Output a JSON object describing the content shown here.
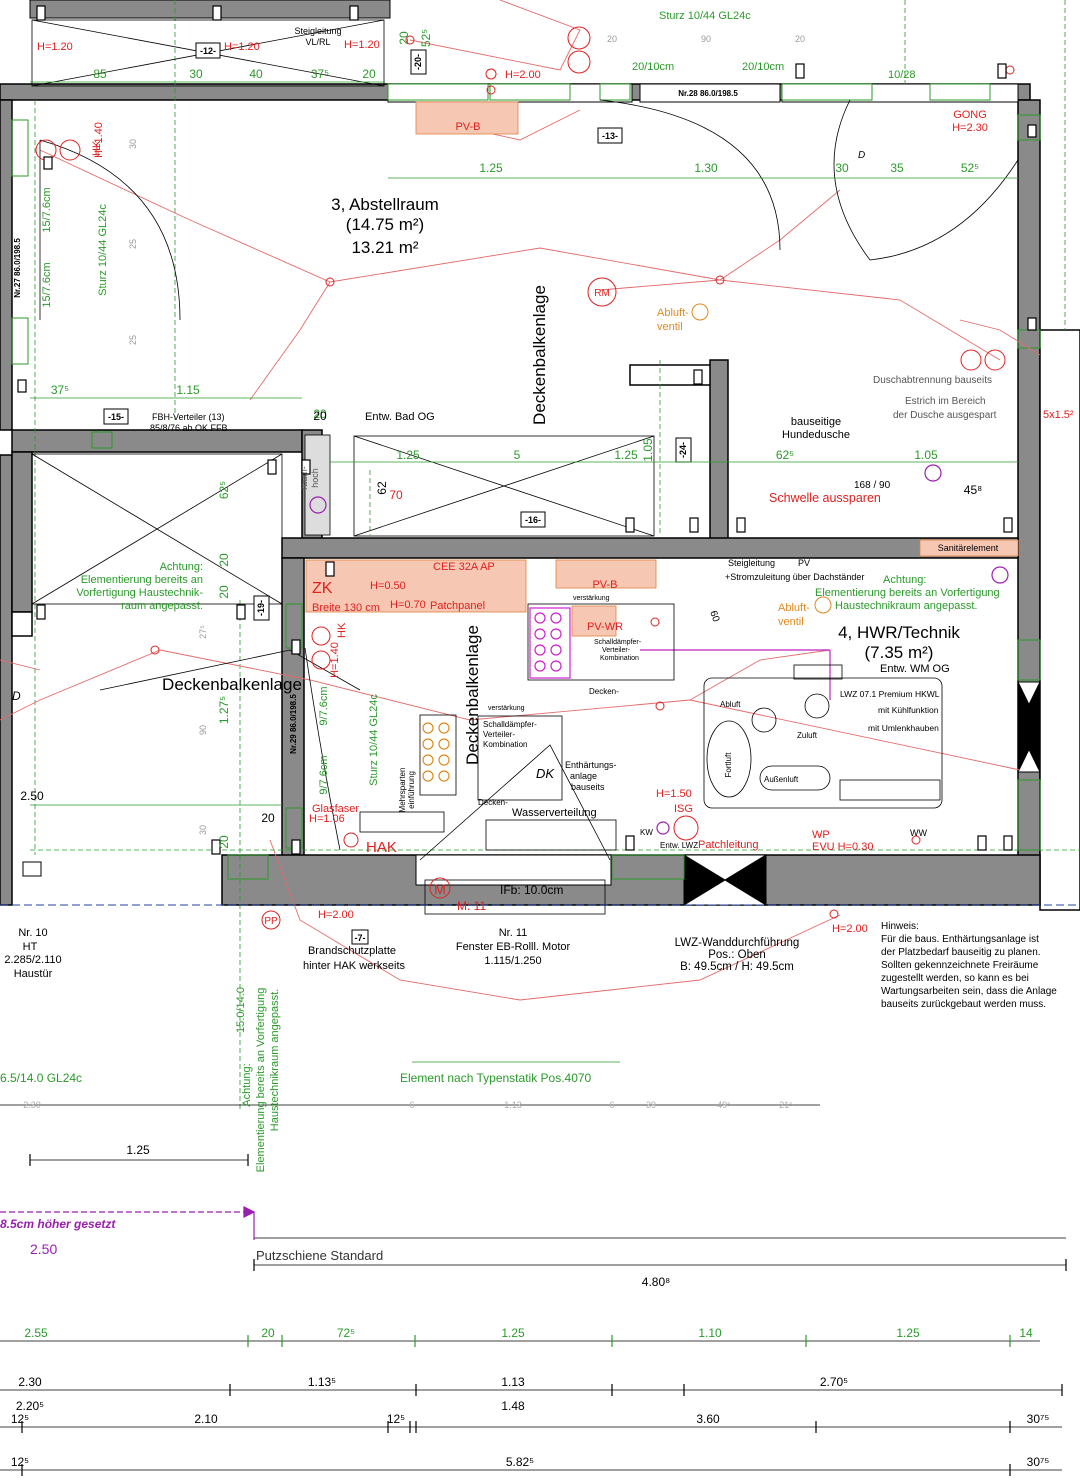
{
  "rooms": {
    "abstellraum": {
      "name": "3, Abstellraum",
      "area_gross": "(14.75 m²)",
      "area_net": "13.21 m²"
    },
    "hwr": {
      "name": "4, HWR/Technik",
      "area_gross": "(7.35 m²)"
    }
  },
  "labels": {
    "deckenbalkenlage": "Deckenbalkenlage",
    "pv_b": "PV-B",
    "pv_wr": "PV-WR",
    "gong": "GONG",
    "gong_h": "H=2.30",
    "rm": "RM",
    "abluftventil_1": "Abluft-",
    "abluftventil_2": "ventil",
    "hundedusche_1": "bauseitige",
    "hundedusche_2": "Hundedusche",
    "duschabtrennung": "Duschabtrennung bauseits",
    "estrich_1": "Estrich im Bereich",
    "estrich_2": "der Dusche ausgespart",
    "schwelle": "Schwelle aussparen",
    "sanitaerelement": "Sanitärelement",
    "entw_bad": "Entw. Bad OG",
    "fbh_1": "FBH-Verteiler (13)",
    "fbh_2": "85/8/76 ab OK FFB",
    "steigleitung_top_1": "Steigleitung",
    "steigleitung_top_2": "VL/RL",
    "steigleitung_pv": "Steigleitung",
    "pv": "PV",
    "stromzuleitung": "+Stromzuleitung über Dachständer",
    "achtung_left": [
      "Achtung:",
      "Elementierung bereits an",
      "Vorfertigung Haustechnik-",
      "raum angepasst."
    ],
    "achtung_right": [
      "Achtung:",
      "Elementierung bereits an Vorfertigung",
      "Haustechnikraum angepasst."
    ],
    "achtung_vert_1": "Achtung:",
    "achtung_vert_2": "Elementierung bereits an Vorfertigung",
    "achtung_vert_3": "Haustechnikraum angepasst.",
    "zk": "ZK",
    "zk_breite": "Breite 130 cm",
    "h050": "H=0.50",
    "cee": "CEE 32A AP",
    "h070": "H=0.70",
    "patchpanel": "Patchpanel",
    "entw_wm": "Entw. WM OG",
    "lwz_1": "LWZ 07.1 Premium HKWL",
    "lwz_2": "mit Kühlfunktion",
    "lwz_3": "mit Umlenkhauben",
    "abluft": "Abluft",
    "zuluft": "Zuluft",
    "fortluft": "Fortluft",
    "aussenluft": "Außenluft",
    "enthaertung_1": "Enthärtungs-",
    "enthaertung_2": "anlage",
    "enthaertung_3": "bauseits",
    "wasserverteilung": "Wasserverteilung",
    "decken": "Decken-",
    "verstaerkung": "verstärkung",
    "schalldaempfer_1": "Schalldämpfer-",
    "schalldaempfer_2": "Verteiler-",
    "schalldaempfer_3": "Kombination",
    "dk": "DK",
    "mehrsparten_1": "Mehrsparten",
    "mehrsparten_2": "einführung",
    "glasfaser": "Glasfaser",
    "h106": "H=1.06",
    "hak": "HAK",
    "h150": "H=1.50",
    "isg": "ISG",
    "entw_lwz_1": "Entw. LWZ",
    "entw_lwz_2": "KW",
    "patchleitung": "Patchleitung",
    "wp": "WP",
    "evu": "EVU H=0.30",
    "ww": "WW",
    "m": "M",
    "m11": "M: 11",
    "ifb": "IFb: 10.0cm",
    "pp": "PP",
    "h200": "H=2.00",
    "h200b": "H=2.00",
    "h200c": "H=2.00",
    "h120a": "H=1.20",
    "h120b": "H=1.20",
    "h120c": "H=1.20",
    "h140a": "H=1.40",
    "h140b": "H=1.40",
    "hk": "HK",
    "d": "D",
    "raumhoch_1": "raum-",
    "raumhoch_2": "hoch",
    "nr10_1": "Nr. 10",
    "nr10_2": "HT",
    "nr10_3": "2.285/2.110",
    "nr10_4": "Haustür",
    "brandschutz_1": "Brandschutzplatte",
    "brandschutz_2": "hinter HAK werkseits",
    "nr11_1": "Nr. 11",
    "nr11_2": "Fenster EB-Rolll. Motor",
    "nr11_3": "1.115/1.250",
    "lwz_wand_1": "LWZ-Wanddurchführung",
    "lwz_wand_2": "Pos.: Oben",
    "lwz_wand_3": "B: 49.5cm / H: 49.5cm",
    "hinweis": [
      "Hinweis:",
      "Für die baus. Enthärtungsanlage ist",
      "der Platzbedarf bauseitig zu planen.",
      "Sollten gekennzeichnete Freiräume",
      "zugestellt werden, so kann es bei",
      "Wartungsarbeiten sein, dass die Anlage",
      "bauseits zurückgebaut werden muss."
    ],
    "element_typenstatik": "Element nach Typenstatik Pos.4070",
    "gl24c_left": "6.5/14.0 GL24c",
    "vert_150": "15.0/14.0",
    "hoeher": "8.5cm höher gesetzt",
    "putzschiene": "Putzschiene Standard",
    "sturz_top": "Sturz 10/44 GL24c",
    "sturz_left": "Sturz 10/44 GL24c",
    "sturz_mid": "Sturz 10/44 GL24c",
    "nr27": "Nr.27  86.0/198.5",
    "nr28": "Nr.28  86.0/198.5",
    "nr29": "Nr.29  86.0/198.5",
    "r15_76a": "15/7.6cm",
    "r15_76b": "15/7.6cm",
    "r9_76a": "9/7.6cm",
    "r9_76b": "9/7.6cm",
    "r20_10a": "20/10cm",
    "r20_10b": "20/10cm",
    "r10_28": "10/28",
    "r168_90": "168 / 90",
    "r60": "60",
    "r5x": "5x1.5²",
    "tags": [
      "-12-",
      "-13-",
      "-15-",
      "-16-",
      "-19-",
      "-20-",
      "-24-",
      "-7-"
    ]
  },
  "dimensions": {
    "top": [
      "85",
      "30",
      "40",
      "37⁵",
      "20",
      "20",
      "52⁵",
      "20",
      "90",
      "20"
    ],
    "abstell_row": [
      "1.25",
      "1.30",
      "30",
      "35",
      "52⁵"
    ],
    "left_row": [
      "37⁵",
      "1.15"
    ],
    "mid_row": [
      "20",
      "1.25",
      "5",
      "1.25",
      "1.05",
      "62⁵",
      "1.05",
      "45⁸",
      "62",
      "70",
      "62⁵",
      "20",
      "20"
    ],
    "hwr_left": [
      "1.27⁵",
      "2.50",
      "20",
      "20",
      "20",
      "27⁵",
      "90",
      "30",
      "25",
      "30",
      "25"
    ],
    "b125": "1.25",
    "b250": "2.50",
    "b480": "4.80⁸",
    "row1": [
      "2.55",
      "20",
      "72⁵",
      "1.25",
      "1.10",
      "1.25",
      "14"
    ],
    "row2": [
      "2.30",
      "1.13⁵",
      "1.13",
      "2.70⁵"
    ],
    "row3": [
      "2.20⁵",
      "1.48"
    ],
    "row4": [
      "12⁵",
      "2.10",
      "12⁵",
      "3.60",
      "30⁷⁵"
    ],
    "row5": [
      "12⁵",
      "5.82⁵",
      "30⁷⁵"
    ],
    "faint_row": [
      "2.30",
      "6",
      "1.13",
      "6",
      "39",
      "49⁵",
      "21⁵"
    ]
  },
  "colors": {
    "wall": "#8a8a8a",
    "black": "#000000",
    "green": "#2a9a2a",
    "red": "#e02020",
    "orange": "#e08a20",
    "purple": "#9a1fb0",
    "salmon": "#f6c8b4",
    "magenta": "#d020d0"
  }
}
